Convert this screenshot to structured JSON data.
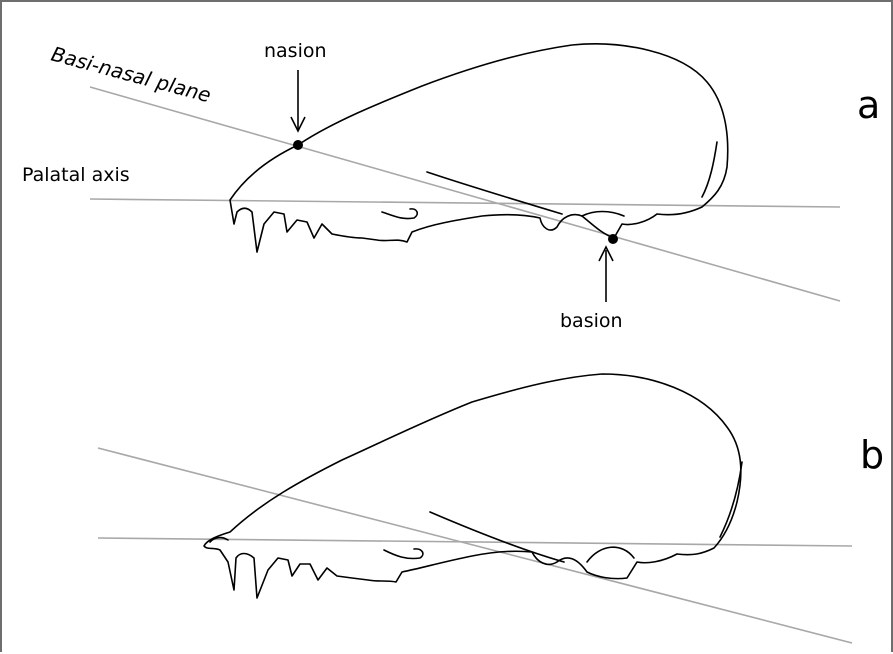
{
  "labels": {
    "basi_nasal_plane": "Basi-nasal plane",
    "nasion": "nasion",
    "palatal_axis": "Palatal axis",
    "basion": "basion"
  },
  "panels": {
    "a": "a",
    "b": "b"
  },
  "colors": {
    "outline": "#000000",
    "reference_lines": "#a8a8a8",
    "frame": "#6e6e6e"
  }
}
